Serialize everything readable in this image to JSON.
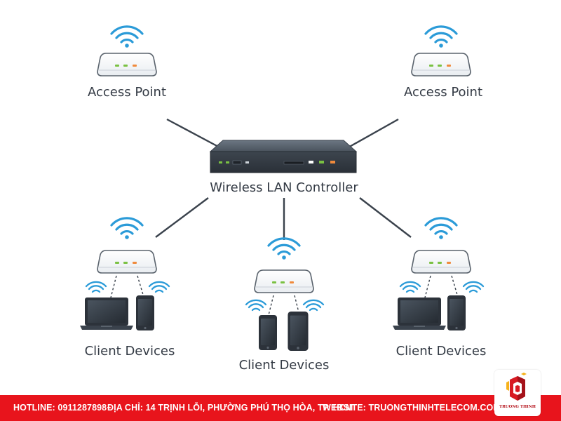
{
  "nodes": {
    "ap_left": "Access Point",
    "ap_right": "Access Point",
    "controller": "Wireless LAN Controller",
    "clients_left": "Client Devices",
    "clients_center": "Client Devices",
    "clients_right": "Client Devices"
  },
  "footer": {
    "hotline": "HOTLINE: 0911287898",
    "address": "ĐỊA CHỈ: 14 TRỊNH LỖI, PHƯỜNG PHÚ THỌ HÒA, TP. HCM",
    "website": "WEBSITE: TRUONGTHINHTELECOM.COM"
  },
  "logo": {
    "text": "TRUONG THINH"
  },
  "colors": {
    "accent_blue": "#2b9bd8",
    "line": "#3a424c",
    "footer_red": "#e8141c",
    "led_green": "#7ac142",
    "led_orange": "#f08a3c"
  }
}
